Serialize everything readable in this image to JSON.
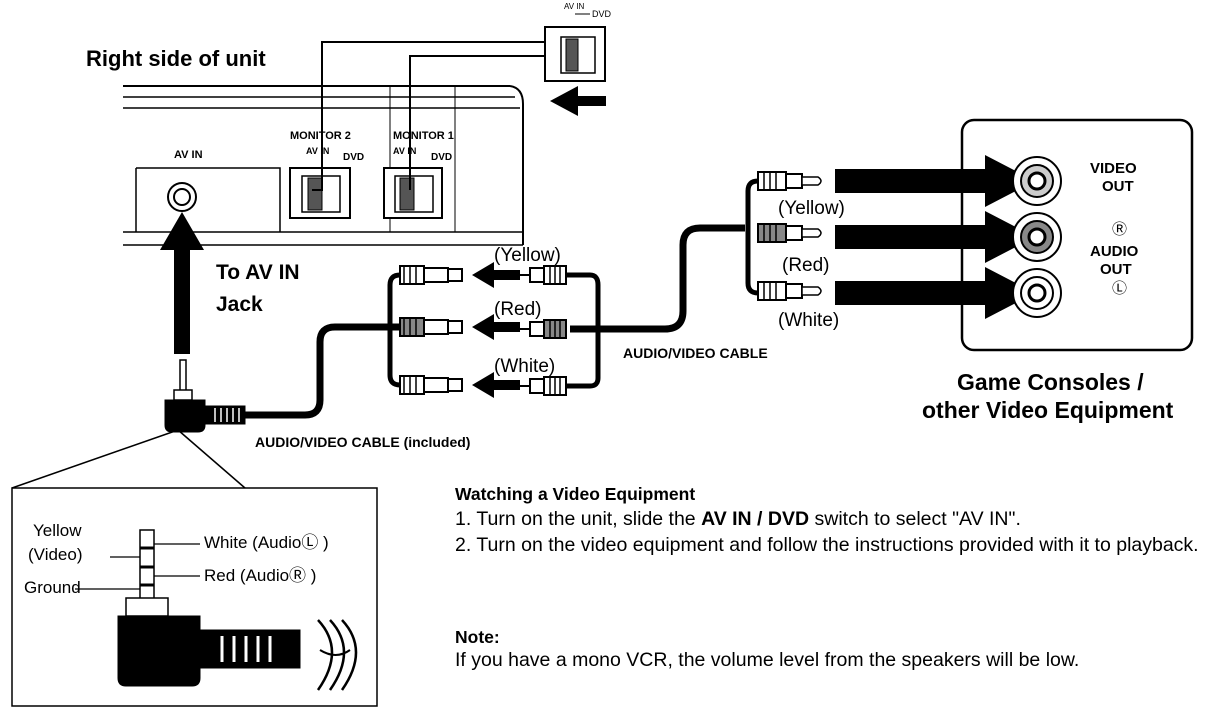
{
  "unit": {
    "title": "Right side of unit",
    "av_in": "AV IN",
    "monitor2": "MONITOR 2",
    "monitor1": "MONITOR 1",
    "switch_av": "AV IN",
    "switch_dvd": "DVD"
  },
  "zoom_switch": {
    "av": "AV IN",
    "dvd": "DVD"
  },
  "to_av_in": {
    "line1": "To AV IN",
    "line2": "Jack"
  },
  "cables": {
    "yellow": "(Yellow)",
    "red": "(Red)",
    "white": "(White)",
    "av_cable": "AUDIO/VIDEO CABLE",
    "av_cable_included": "AUDIO/VIDEO CABLE (included)"
  },
  "equipment": {
    "video_out_1": "VIDEO",
    "video_out_2": "OUT",
    "audio_r": "Ⓡ",
    "audio_1": "AUDIO",
    "audio_2": "OUT",
    "audio_l": "Ⓛ",
    "caption_1": "Game Consoles /",
    "caption_2": "other Video Equipment"
  },
  "inset": {
    "yellow": "Yellow",
    "video": "(Video)",
    "ground": "Ground",
    "white": "White (AudioⓁ )",
    "red": "Red (AudioⓇ )"
  },
  "instructions": {
    "heading": "Watching a Video Equipment",
    "step1_pre": "1. Turn on the unit, slide the ",
    "step1_bold": "AV IN / DVD",
    "step1_post": " switch to select \"AV IN\".",
    "step2": "2. Turn on the video equipment and follow the instructions provided with it to playback.",
    "note_heading": "Note:",
    "note_text": "If you have a mono VCR, the volume level from the speakers will be low."
  },
  "colors": {
    "ink": "#000000",
    "red_plug": "#888888",
    "paper": "#ffffff"
  }
}
